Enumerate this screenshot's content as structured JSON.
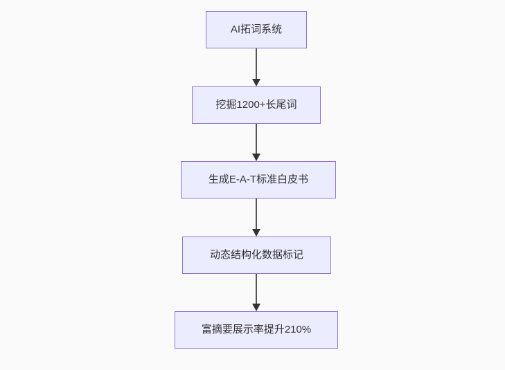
{
  "flowchart": {
    "type": "flowchart",
    "direction": "top-down",
    "colors": {
      "background": "#fafafa",
      "node_fill": "#ECECFF",
      "node_border": "#9370DB",
      "node_text": "#333333",
      "arrow_line": "#555555",
      "arrow_head": "#333333"
    },
    "nodes": [
      {
        "id": "n1",
        "label": "AI拓词系统"
      },
      {
        "id": "n2",
        "label": "挖掘1200+长尾词"
      },
      {
        "id": "n3",
        "label": "生成E-A-T标准白皮书"
      },
      {
        "id": "n4",
        "label": "动态结构化数据标记"
      },
      {
        "id": "n5",
        "label": "富摘要展示率提升210%"
      }
    ],
    "edges": [
      {
        "from": "n1",
        "to": "n2",
        "label": ""
      },
      {
        "from": "n2",
        "to": "n3",
        "label": ""
      },
      {
        "from": "n3",
        "to": "n4",
        "label": ""
      },
      {
        "from": "n4",
        "to": "n5",
        "label": ""
      }
    ]
  }
}
